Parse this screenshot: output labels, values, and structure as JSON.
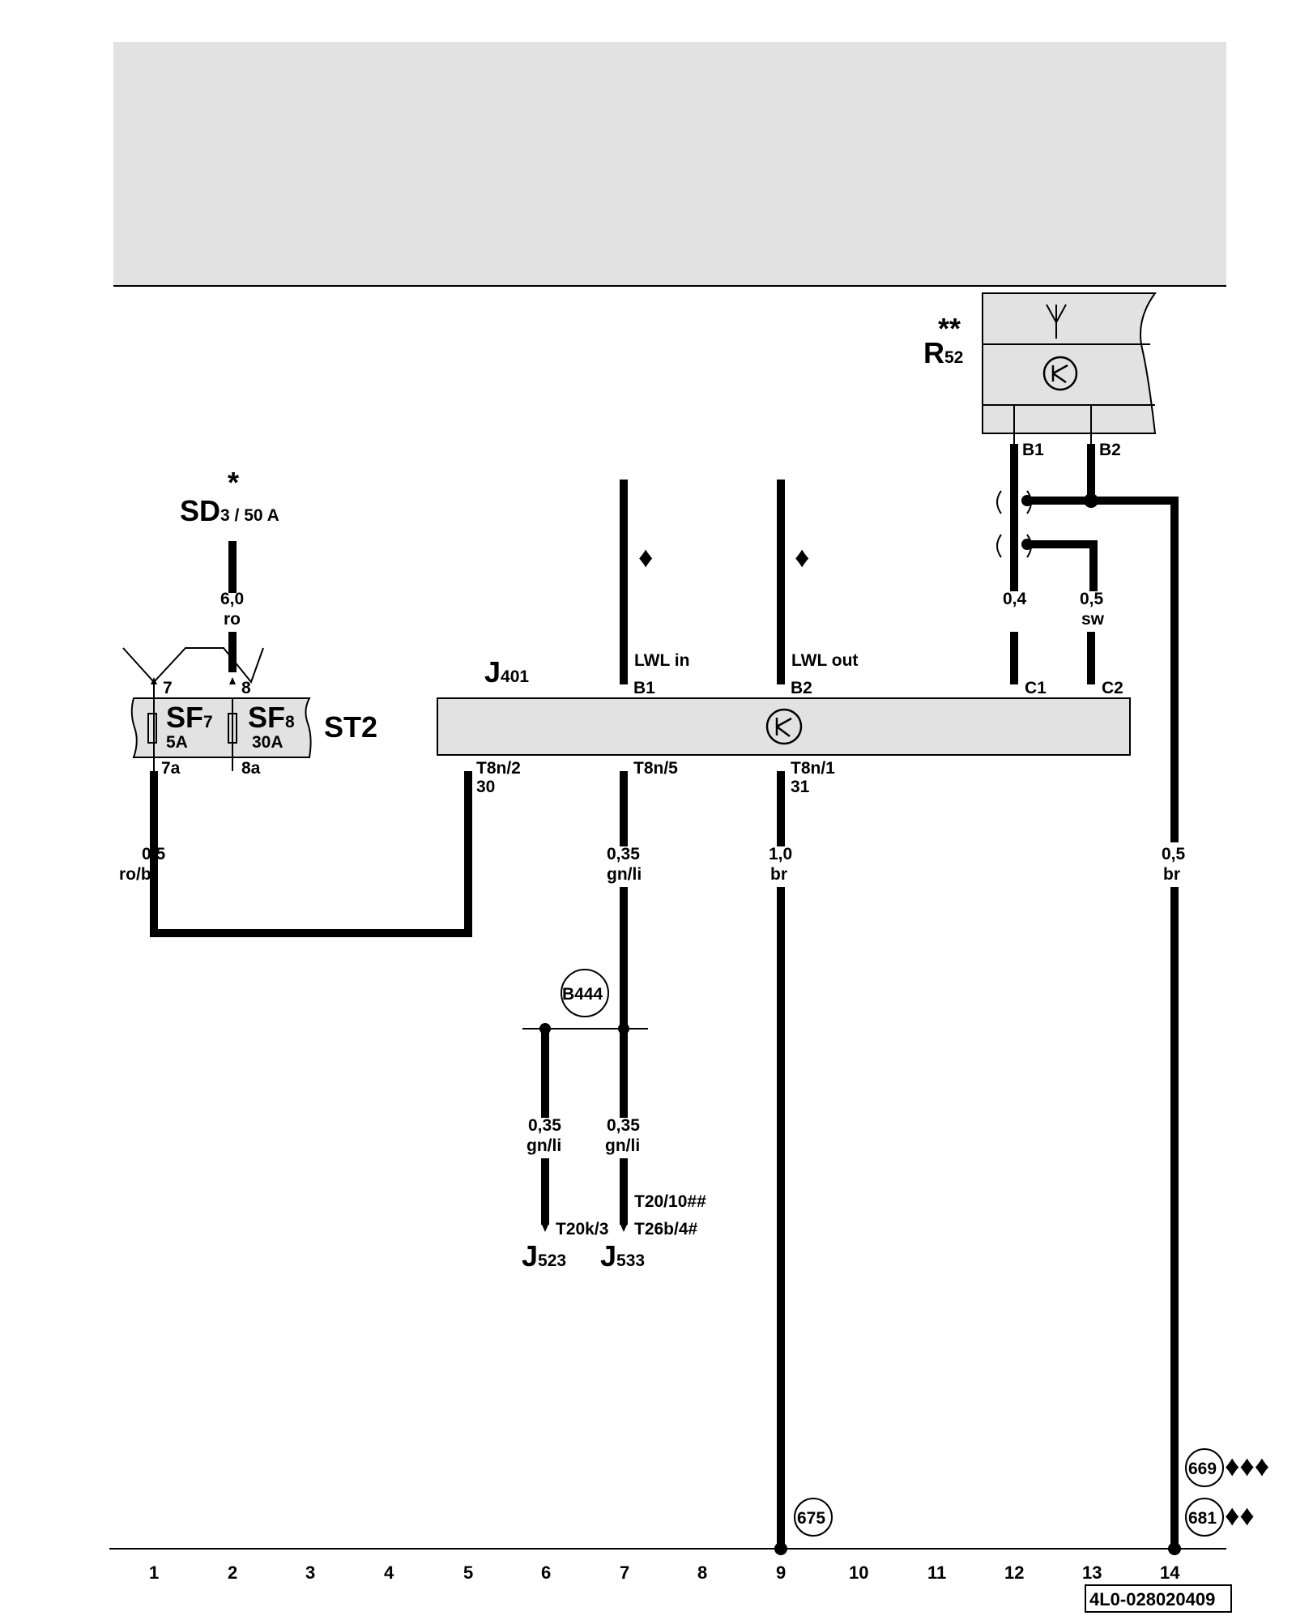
{
  "components": {
    "r52": {
      "letter": "R",
      "sub": "52",
      "mark": "**",
      "pin_b1": "B1",
      "pin_b2": "B2"
    },
    "sd": {
      "letter": "SD",
      "sub": "3 / 50 A",
      "mark": "*"
    },
    "st2": {
      "label": "ST2"
    },
    "sf7": {
      "letter": "SF",
      "sub": "7",
      "rating": "5A",
      "pin_top": "7",
      "pin_bottom": "7a"
    },
    "sf8": {
      "letter": "SF",
      "sub": "8",
      "rating": "30A",
      "pin_top": "8",
      "pin_bottom": "8a"
    },
    "j401": {
      "letter": "J",
      "sub": "401",
      "pins_top": [
        "B1",
        "B2",
        "C1",
        "C2"
      ],
      "pins_bottom": [
        "T8n/2",
        "T8n/5",
        "T8n/1"
      ],
      "terminal_30": "30",
      "terminal_31": "31",
      "lwl_in": "LWL in",
      "lwl_out": "LWL out"
    },
    "j523": {
      "letter": "J",
      "sub": "523",
      "pin": "T20k/3"
    },
    "j533": {
      "letter": "J",
      "sub": "533",
      "pin_a": "T20/10",
      "pin_a_mark": "##",
      "pin_b": "T26b/4",
      "pin_b_mark": "#"
    }
  },
  "wires": {
    "sd_feed": {
      "size": "6,0",
      "color": "ro"
    },
    "sf7_out": {
      "size": "0,5",
      "color": "ro/br"
    },
    "r52_b1": {
      "size": "0,4"
    },
    "r52_b2": {
      "size": "0,5",
      "color": "sw"
    },
    "j401_t8n5": {
      "size": "0,35",
      "color": "gn/li"
    },
    "j401_t8n1": {
      "size": "1,0",
      "color": "br"
    },
    "ground_14": {
      "size": "0,5",
      "color": "br"
    },
    "to_j523": {
      "size": "0,35",
      "color": "gn/li"
    },
    "to_j533": {
      "size": "0,35",
      "color": "gn/li"
    }
  },
  "markers": {
    "lwl_in_mark": "♦",
    "lwl_out_mark": "♦",
    "connection_b444": "B444",
    "ground_675": "675",
    "ground_669": "669",
    "ground_669_mark": "♦♦♦",
    "ground_681": "681",
    "ground_681_mark": "♦♦"
  },
  "columns": [
    "1",
    "2",
    "3",
    "4",
    "5",
    "6",
    "7",
    "8",
    "9",
    "10",
    "11",
    "12",
    "13",
    "14"
  ],
  "document_id": "4L0-028020409"
}
